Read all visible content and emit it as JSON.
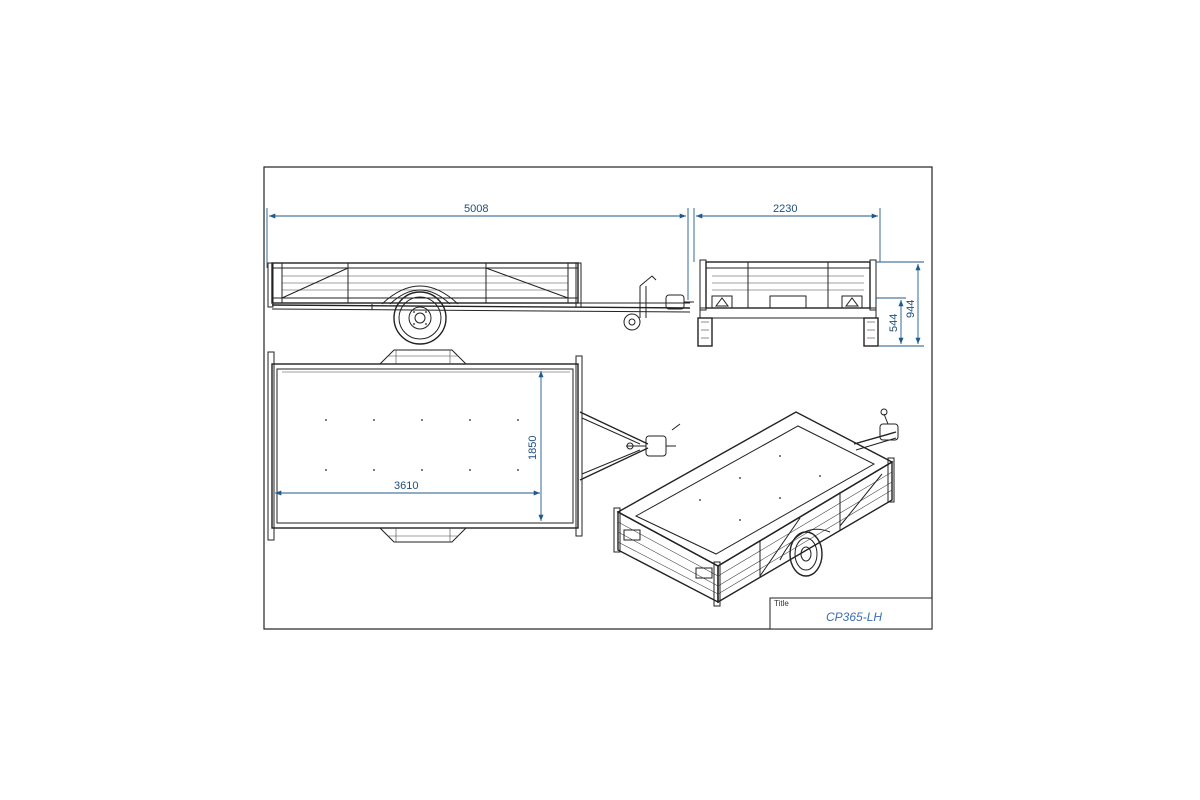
{
  "dimensions": {
    "overall_length": "5008",
    "overall_width": "2230",
    "bed_length": "3610",
    "bed_width": "1850",
    "deck_height": "544",
    "side_height": "944"
  },
  "title_block": {
    "label": "Title",
    "value": "CP365-LH"
  },
  "colors": {
    "dimension": "#1f5a8a",
    "title_value": "#3a6fb0",
    "line": "#222222"
  }
}
